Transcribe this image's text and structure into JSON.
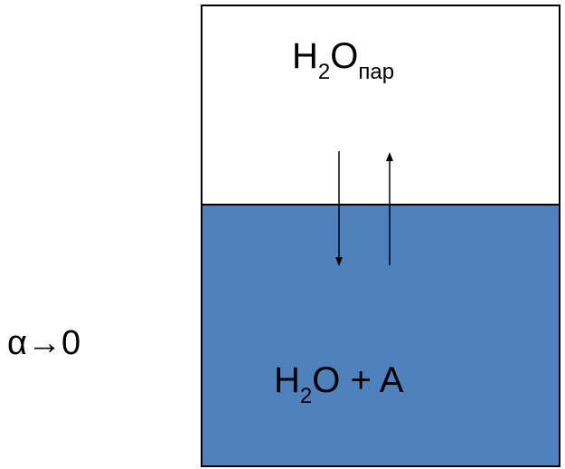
{
  "alpha_label": "α→0",
  "vapor": {
    "formula_main": "H",
    "formula_sub": "2",
    "formula_main2": "O",
    "phase_sub": "пар"
  },
  "solution": {
    "formula_main": "H",
    "formula_sub": "2",
    "formula_rest": "O + A"
  },
  "colors": {
    "liquid": "#4f81bd",
    "border": "#000000",
    "background": "#ffffff"
  }
}
